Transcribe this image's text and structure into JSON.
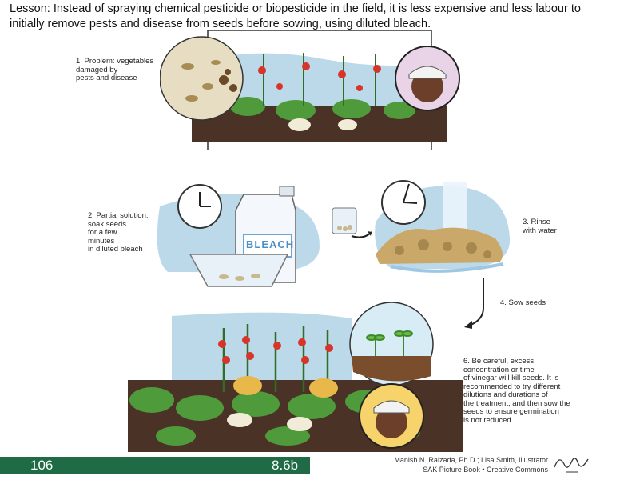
{
  "lesson": "Lesson: Instead of spraying chemical pesticide or biopesticide in the field, it is less expensive and less labour to initially remove pests and disease from seeds before sowing, using diluted bleach.",
  "captions": {
    "problem": "1. Problem: vegetables\ndamaged by\npests and disease",
    "partial": "2. Partial solution:\nsoak seeds\nfor a few\nminutes\nin diluted bleach",
    "rinse": "3. Rinse\nwith water",
    "sow": "4. Sow seeds",
    "careful": "6. Be careful, excess\nconcentration or time\nof vinegar will kill seeds. It is\nrecommended to try different\ndilutions and durations of\nthe treatment, and then sow the\nseeds to ensure germination\nis not reduced."
  },
  "bleach_label": "BLEACH",
  "footer": {
    "page_number": "106",
    "section": "8.6b",
    "credit_line1": "Manish N. Raizada, Ph.D.; Lisa Smith, Illustrator",
    "credit_line2": "SAK Picture Book • Creative Commons"
  },
  "colors": {
    "footer_green": "#1f6b45",
    "sky_blue": "#bcd9ea",
    "soil_brown": "#4a3326",
    "plant_green": "#4f9a3a",
    "tomato_red": "#d8352a"
  }
}
